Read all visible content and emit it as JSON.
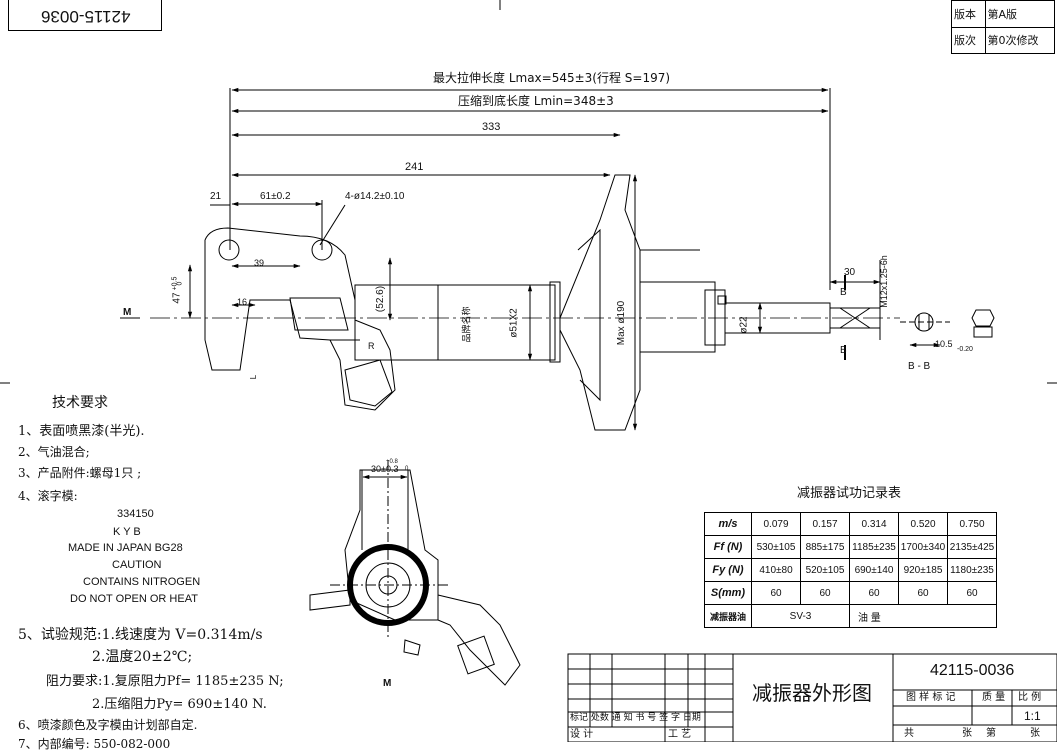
{
  "drawing_number": "42115-0036",
  "revision": {
    "r1_label": "版本",
    "r1_value": "第A版",
    "r2_label": "版次",
    "r2_value": "第0次修改"
  },
  "dimensions": {
    "lmax": "最大拉伸长度   Lmax=545±3(行程 S=197)",
    "lmin": "压缩到底长度   Lmin=348±3",
    "d333": "333",
    "d241": "241",
    "d21": "21",
    "d61": "61±0.2",
    "holes": "4-ø14.2±0.10",
    "d39": "39",
    "d16": "16",
    "d47": "47",
    "d47tol": "+0.5",
    "d47tol2": "0",
    "d52": "(52.6)",
    "d51": "ø51X2",
    "d190": "Max ø190",
    "d22": "ø22",
    "d30": "30",
    "thread": "M12x1.25-6h",
    "b1": "B",
    "b2": "B",
    "bb": "B - B",
    "d105": "10.5",
    "d105tol": "-0.20",
    "m1": "M",
    "m2": "M",
    "d30b": "30±0.3",
    "d30btol": "+0.8",
    "d30btol2": "0",
    "r": "R",
    "l": "L",
    "brand": "品牌名称"
  },
  "notes": {
    "title": "技术要求",
    "n1": "1、表面喷黑漆(半光).",
    "n2": "2、气油混合;",
    "n3": "3、产品附件:螺母1只 ;",
    "n4": "4、滚字模:",
    "stamp": [
      "334150",
      "K   Y   B",
      "MADE IN JAPAN    BG28",
      "CAUTION",
      "CONTAINS NITROGEN",
      "DO NOT OPEN OR HEAT"
    ],
    "n5": "5、试验规范:1.线速度为 V=0.314m/s",
    "n5b": "2.温度20±2℃;",
    "n5c": "阻力要求:1.复原阻力Pf=  1185±235  N;",
    "n5d": "2.压缩阻力Py=   690±140  N.",
    "n6": "6、喷漆颜色及字模由计划部自定.",
    "n7": "7、内部编号:  550-082-000"
  },
  "test_table": {
    "title": "减振器试功记录表",
    "rows": [
      {
        "label": "m/s",
        "values": [
          "0.079",
          "0.157",
          "0.314",
          "0.520",
          "0.750"
        ]
      },
      {
        "label": "Ff (N)",
        "values": [
          "530±105",
          "885±175",
          "1185±235",
          "1700±340",
          "2135±425"
        ]
      },
      {
        "label": "Fy (N)",
        "values": [
          "410±80",
          "520±105",
          "690±140",
          "920±185",
          "1180±235"
        ]
      },
      {
        "label": "S(mm)",
        "values": [
          "60",
          "60",
          "60",
          "60",
          "60"
        ]
      }
    ],
    "oil_label": "减振器油",
    "oil_value": "SV-3",
    "qty_label": "油   量"
  },
  "title_block": {
    "name": "减振器外形图",
    "number": "42115-0036",
    "h1": "图 样 标 记",
    "h2": "质 量",
    "h3": "比 例",
    "scale": "1:1",
    "r_sign": "标记 处数  通 知 书 号  签  字  日期",
    "design": "设  计",
    "craft": "工  艺",
    "total": "共",
    "sheets": "张",
    "page": "第",
    "page2": "张"
  }
}
